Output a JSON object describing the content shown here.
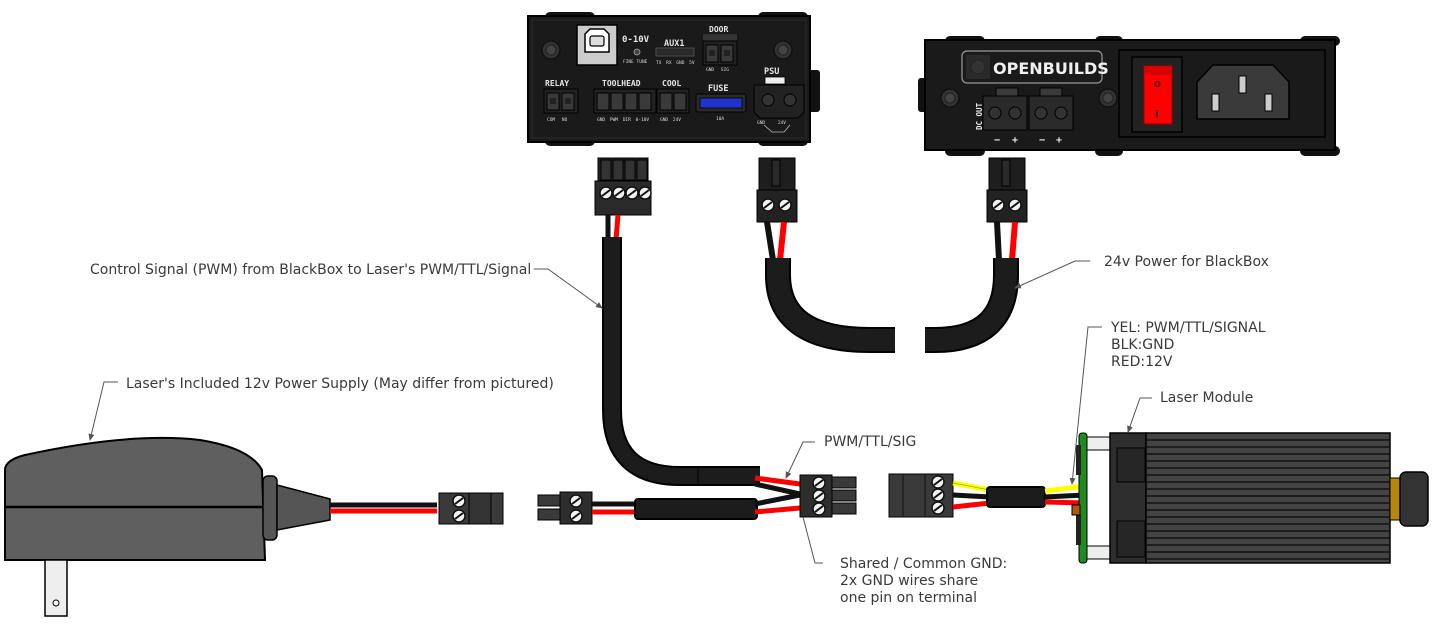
{
  "diagram": {
    "title": "BlackBox to Laser Module wiring diagram",
    "colors": {
      "wire_red": "#ff0000",
      "wire_black": "#111111",
      "wire_yellow": "#ffff00",
      "device_body": "#1a1a1a",
      "psu_body": "#5f5f5f",
      "switch_red": "#ff0000",
      "fuse_blue": "#2233cc",
      "pcb_green": "#1f8a1f",
      "lens_gold": "#b8860b",
      "leader_line": "#555555"
    },
    "devices": {
      "blackbox": {
        "name": "BlackBox controller",
        "labels": {
          "v010": "0-10V",
          "fine_tune": "FINE TUNE",
          "aux1": "AUX1",
          "aux1_pins": [
            "TX",
            "RX",
            "GND",
            "5V"
          ],
          "door": "DOOR",
          "door_pins": [
            "GND",
            "SIG"
          ],
          "relay": "RELAY",
          "relay_pins": [
            "COM",
            "NO"
          ],
          "toolhead": "TOOLHEAD",
          "toolhead_pins": [
            "GND",
            "PWM",
            "DIR",
            "0-10V"
          ],
          "cool": "COOL",
          "cool_pins": [
            "GND",
            "24V"
          ],
          "fuse": "FUSE",
          "fuse_rating": "10A",
          "psu": "PSU",
          "psu_pins": [
            "GND",
            "24V"
          ]
        }
      },
      "power_supply": {
        "name": "OpenBuilds power supply",
        "brand": "OPENBUILDS",
        "dc_out": "DC OUT",
        "polarity": [
          "−",
          "+",
          "−",
          "+"
        ],
        "switch_marks": [
          "O",
          "I"
        ]
      },
      "laser_psu": {
        "name": "12v adapter"
      },
      "laser_module": {
        "name": "Laser module"
      }
    },
    "annotations": {
      "control_signal": "Control Signal (PWM) from BlackBox to Laser's PWM/TTL/Signal",
      "power_24v": "24v Power for BlackBox",
      "laser_psu": "Laser's Included 12v Power Supply (May differ from pictured)",
      "wire_colors": [
        "YEL: PWM/TTL/SIGNAL",
        "BLK:GND",
        "RED:12V"
      ],
      "laser_module": "Laser Module",
      "pwm_pin": "PWM/TTL/SIG",
      "shared_gnd": [
        "Shared / Common GND:",
        "2x GND wires share",
        "one pin on terminal"
      ]
    }
  }
}
